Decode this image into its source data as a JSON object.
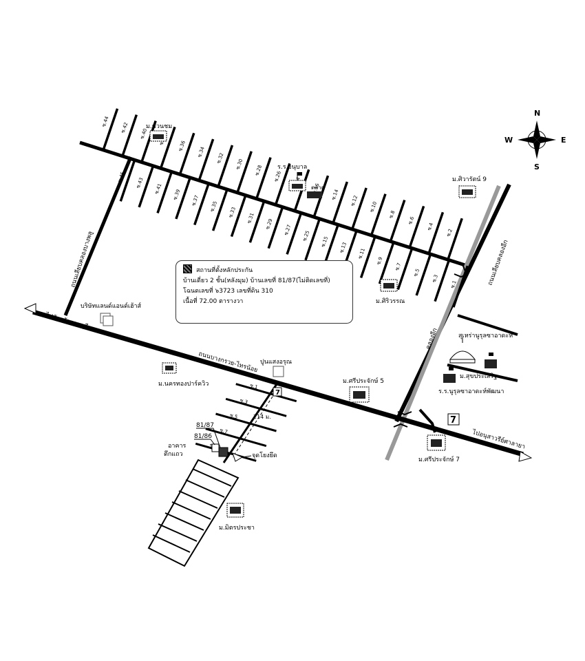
{
  "compass": {
    "n": "N",
    "s": "S",
    "e": "E",
    "w": "W"
  },
  "info": {
    "line1": "สถานที่ตั้งหลักประกัน",
    "line2": "บ้านเดี่ยว 2 ชั้น(หลังมุม) บ้านเลขที่ 81/87(ไม่ติดเลขที่)",
    "line3": "โฉนดเลขที่ ๖3723 เลขที่ดิน 310",
    "line4": "เนื้อที่ 72.00 ตารางวา"
  },
  "labels": {
    "chuanchom": "ม.ชวนชม",
    "ror_anuban": "ร.ร.อนุบาล",
    "talad": "ตลาด",
    "siwarat9": "ม.ศิวารัตน์ 9",
    "siriwan": "ม.ศิริวรรณ",
    "soi_bon": "ถนนเลียบคลองอีก",
    "company": "บริษัทแลนด์แอนด์เฮ้าส์",
    "to_left": "ไปจังหวัดราชบุรี",
    "to_right": "ไปอนุสาวรีย์ศาลายา",
    "main_road": "ถนนบางกรวย-ไทรน้อย",
    "poon": "ปูนแสงอรุณ",
    "nakhon": "ม.นครทองปาร์ควิว",
    "sri5": "ม.ศรีประจักษ์ 5",
    "sri7": "ม.ศรีประจักษ์ 7",
    "klong": "คลองอีก",
    "wat": "สุเหร่านูรุลซาอาดะห์",
    "school2": "ร.ร.นูรุลซาอาดะห์พัฒนา",
    "prachapath": "ม.สุขประเสริฐ",
    "mitra": "ม.มิตรประชา",
    "dist": "214 ม.",
    "addr1": "81/87",
    "addr2": "81/86",
    "house_name": "อาคาร",
    "house_sub": "ตึกแถว",
    "checkpoint": "จุดโยงยึด",
    "road_left_vertical": "ถนนเลียบคลองบางพลู"
  },
  "sois_top": [
    "ซ.44",
    "ซ.42",
    "ซ.40",
    "ซ.38",
    "ซ.36",
    "ซ.34",
    "ซ.32",
    "ซ.30",
    "ซ.28",
    "ซ.26",
    "ซ.24",
    "ซ.16",
    "ซ.14",
    "ซ.12",
    "ซ.10",
    "ซ.8",
    "ซ.6",
    "ซ.4",
    "ซ.2"
  ],
  "sois_bottom": [
    "ซ.45",
    "ซ.43",
    "ซ.41",
    "ซ.39",
    "ซ.37",
    "ซ.35",
    "ซ.33",
    "ซ.31",
    "ซ.29",
    "ซ.27",
    "ซ.25",
    "ซ.15",
    "ซ.13",
    "ซ.11",
    "ซ.9",
    "ซ.7",
    "ซ.5",
    "ซ.3",
    "ซ.1"
  ],
  "sois_south": [
    "ซ.1",
    "ซ.3",
    "ซ.5",
    "ซ.7",
    "ซ.9"
  ]
}
